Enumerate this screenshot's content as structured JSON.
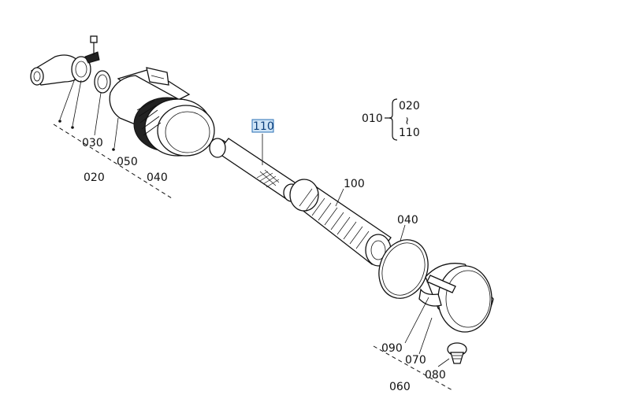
{
  "callouts": {
    "p010": "010",
    "p020_range_start": "020",
    "p020_range_tilde": "≀",
    "p110_range_end": "110",
    "p020": "020",
    "p030": "030",
    "p040_left": "040",
    "p050": "050",
    "p100": "100",
    "p110_highlight": "110",
    "p040_right": "040",
    "p090": "090",
    "p070": "070",
    "p080": "080",
    "p060": "060"
  },
  "highlight_color": "#cfe4f6"
}
